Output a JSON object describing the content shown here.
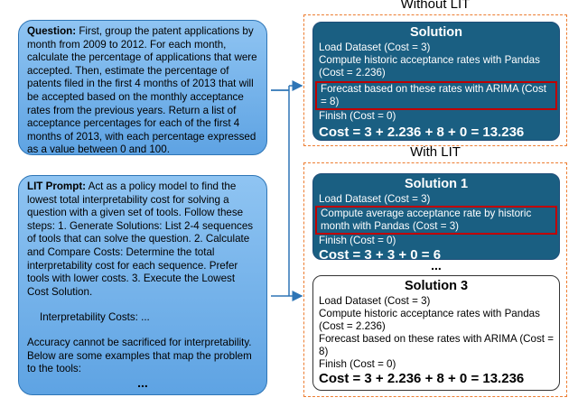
{
  "question_box": {
    "label": "Question:",
    "text": " First, group the patent applications by month from 2009 to 2012. For each month, calculate the percentage of applications that were accepted. Then, estimate the percentage of patents filed in the first 4 months of 2013 that will be accepted based on the monthly acceptance rates from the previous years. Return a list of acceptance percentages for each of the first 4 months of 2013, with each percentage expressed as a value between 0 and 100."
  },
  "prompt_box": {
    "label": "LIT Prompt:",
    "text": " Act as a policy model to find the lowest total interpretability cost for solving a question with a given set of tools. Follow these steps: 1. Generate Solutions: List 2-4 sequences of tools that can solve the question. 2. Calculate and Compare Costs: Determine the total interpretability cost for each sequence. Prefer tools with lower costs. 3. Execute the Lowest Cost Solution.",
    "costs_line": "Interpretability Costs: ...",
    "accuracy_line": "Accuracy cannot be sacrificed for interpretability. Below are some examples that map the problem to the tools:",
    "ellipsis": "..."
  },
  "without_lit": {
    "label": "Without LIT",
    "solution": {
      "title": "Solution",
      "steps": [
        "Load Dataset (Cost = 3)",
        "Compute historic acceptance rates with Pandas (Cost = 2.236)",
        "Forecast based on these rates with ARIMA (Cost = 8)",
        "Finish (Cost = 0)"
      ],
      "total": "Cost = 3 + 2.236 + 8 + 0 = 13.236"
    }
  },
  "with_lit": {
    "label": "With LIT",
    "solution1": {
      "title": "Solution 1",
      "steps": [
        "Load Dataset (Cost = 3)",
        "Compute average acceptance rate by historic month with Pandas (Cost = 3)",
        "Finish (Cost = 0)"
      ],
      "total": "Cost = 3 + 3 + 0 = 6"
    },
    "between": "...",
    "solution3": {
      "title": "Solution 3",
      "steps": [
        "Load Dataset (Cost = 3)",
        "Compute historic acceptance rates with Pandas (Cost = 2.236)",
        "Forecast based on these rates with ARIMA (Cost = 8)",
        "Finish (Cost = 0)"
      ],
      "total": "Cost = 3 + 2.236 + 8 + 0 = 13.236"
    }
  },
  "colors": {
    "bubble": "#7ab4ec",
    "solution_dark": "#1a5f82",
    "highlight": "#c00000",
    "dashed_border": "#ed7d31",
    "arrow": "#2e75b6"
  }
}
